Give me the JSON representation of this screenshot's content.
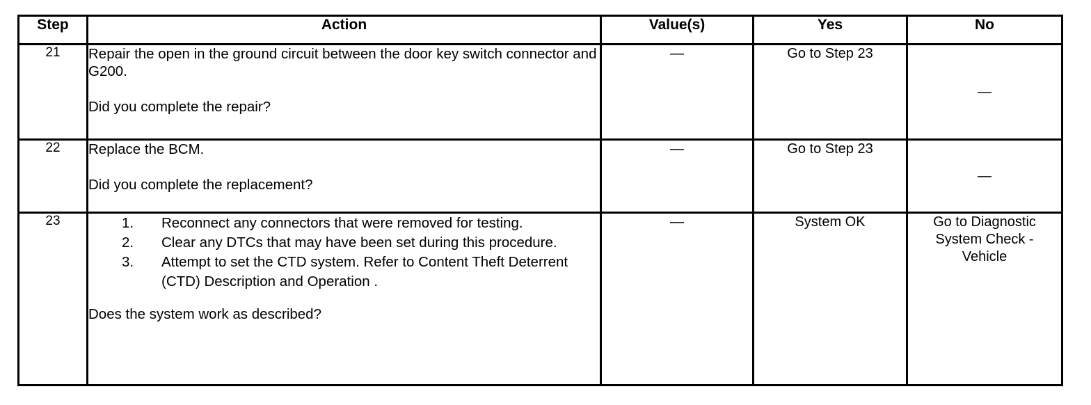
{
  "table": {
    "headers": [
      {
        "id": "step",
        "label": "Step"
      },
      {
        "id": "action",
        "label": "Action"
      },
      {
        "id": "value",
        "label": "Value(s)"
      },
      {
        "id": "yes",
        "label": "Yes"
      },
      {
        "id": "no",
        "label": "No"
      }
    ],
    "rows": [
      {
        "step": "21",
        "action_lines": [
          "Repair the open in the ground circuit between the door key switch connector and G200.",
          "Did you complete the repair?"
        ],
        "value": "—",
        "yes": "Go to Step 23",
        "no": "—"
      },
      {
        "step": "22",
        "action_lines": [
          "Replace the BCM.",
          "Did you complete the replacement?"
        ],
        "value": "—",
        "yes": "Go to Step 23",
        "no": "—"
      },
      {
        "step": "23",
        "action_list": [
          {
            "num": "1.",
            "text": "Reconnect any connectors that were removed for testing."
          },
          {
            "num": "2.",
            "text": "Clear any DTCs that may have been set during this procedure."
          },
          {
            "num": "3.",
            "text": "Attempt to set the CTD system. Refer to Content Theft Deterrent (CTD) Description and Operation ."
          }
        ],
        "action_question": "Does the system work as described?",
        "value": "—",
        "yes": "System OK",
        "no_lines": [
          "Go to Diagnostic",
          "System Check -",
          "Vehicle"
        ]
      }
    ]
  },
  "colors": {
    "border": "#000000",
    "background": "#ffffff",
    "text": "#000000"
  }
}
